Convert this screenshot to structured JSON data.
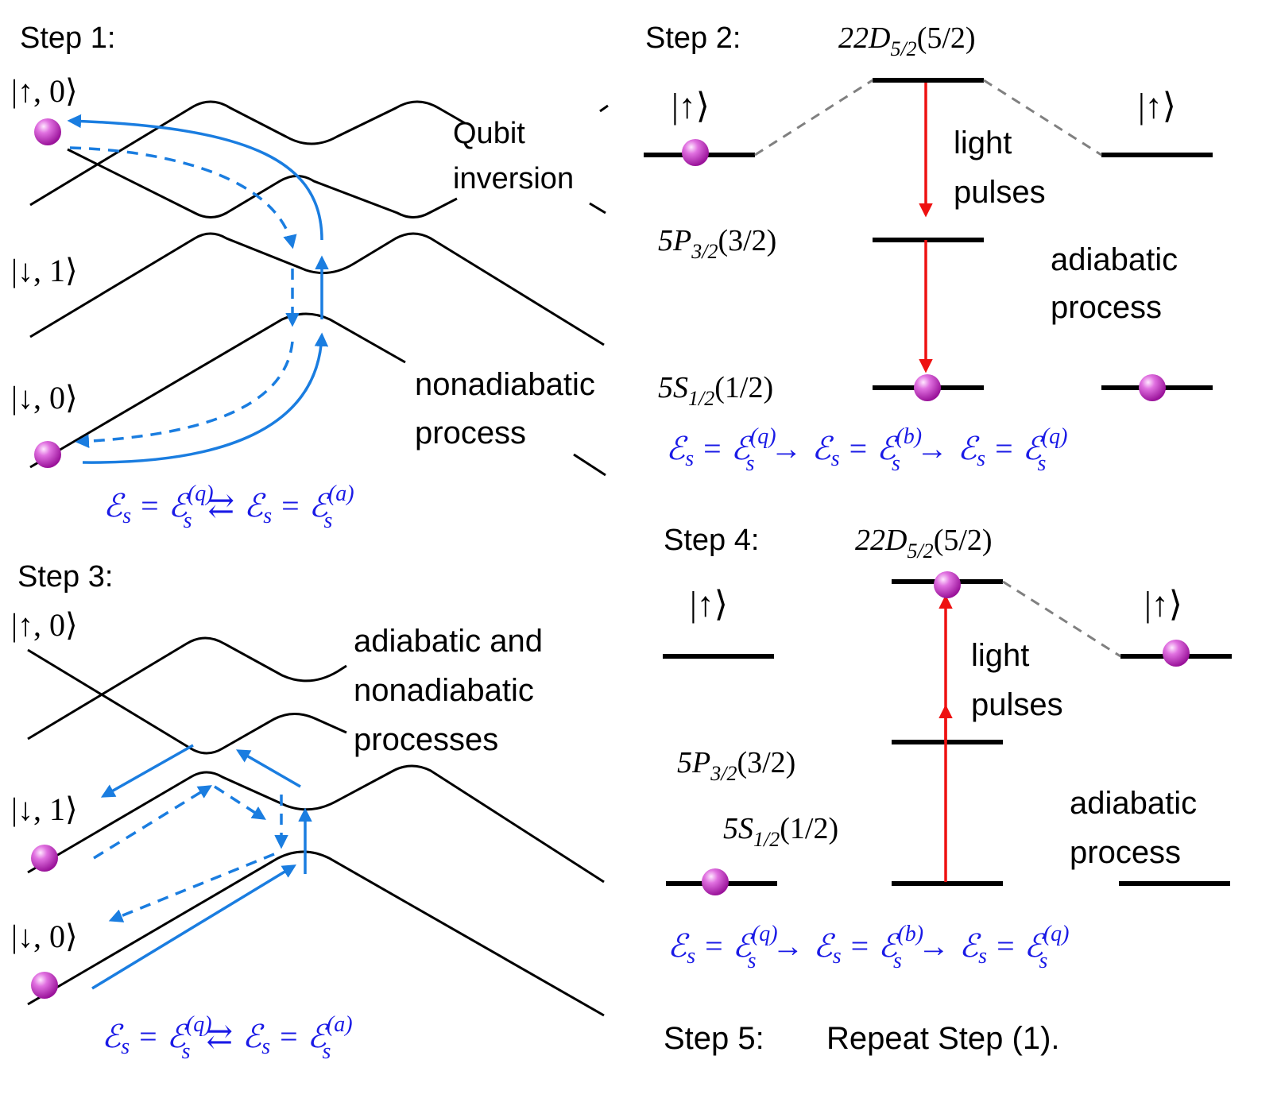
{
  "step1": {
    "title": "Step 1:",
    "ket_up0": "|↑, 0⟩",
    "ket_down1": "|↓, 1⟩",
    "ket_down0": "|↓, 0⟩",
    "label_a1": "Qubit",
    "label_a2": "inversion",
    "label_b1": "nonadiabatic",
    "label_b2": "process"
  },
  "step2": {
    "title": "Step 2:",
    "level_top": "22D",
    "level_top_sub": "5/2",
    "level_top_suffix": "(5/2)",
    "level_mid": "5P",
    "level_mid_sub": "3/2",
    "level_mid_suffix": "(3/2)",
    "level_low": "5S",
    "level_low_sub": "1/2",
    "level_low_suffix": "(1/2)",
    "ket_left": "|↑⟩",
    "ket_right": "|↑⟩",
    "light1": "light",
    "light2": "pulses",
    "adia1": "adiabatic",
    "adia2": "process"
  },
  "step3": {
    "title": "Step 3:",
    "ket_up0": "|↑, 0⟩",
    "ket_down1": "|↓, 1⟩",
    "ket_down0": "|↓, 0⟩",
    "label1": "adiabatic and",
    "label2": "nonadiabatic",
    "label3": "processes"
  },
  "step4": {
    "title": "Step 4:",
    "level_top": "22D",
    "level_top_sub": "5/2",
    "level_top_suffix": "(5/2)",
    "level_mid": "5P",
    "level_mid_sub": "3/2",
    "level_mid_suffix": "(3/2)",
    "level_low": "5S",
    "level_low_sub": "1/2",
    "level_low_suffix": "(1/2)",
    "ket_left": "|↑⟩",
    "ket_right": "|↑⟩",
    "light1": "light",
    "light2": "pulses",
    "adia1": "adiabatic",
    "adia2": "process"
  },
  "step5": {
    "title": "Step 5:",
    "text": "Repeat Step (1)."
  },
  "equations": {
    "E": "ℰ",
    "s": "s",
    "eq": "=",
    "q": "(q)",
    "a": "(a)",
    "b": "(b)",
    "swap": "⇄",
    "to": "→"
  },
  "colors": {
    "equation": "#1a1ae6",
    "blue_arrow": "#1a7de0",
    "red_arrow": "#ee1111",
    "ball": "#cc33cc"
  }
}
